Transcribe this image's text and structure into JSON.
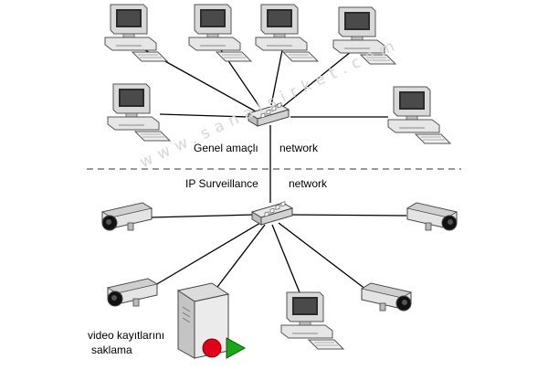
{
  "labels": {
    "general": "Genel amaçlı",
    "network_top": "network",
    "ip_surveillance": "IP Surveillance",
    "network_bottom": "network",
    "storage_line1": "video kayıtlarını",
    "storage_line2": "saklama"
  },
  "watermark": "www.sanalsirket.com",
  "colors": {
    "link": "#000000",
    "divider": "#9a9a9a",
    "record_button": "#e3001b",
    "play_button": "#1aa71a",
    "switch_port": "#ffffff"
  },
  "icons": [
    "desktop-computer-icon",
    "network-switch-icon",
    "ip-camera-icon",
    "server-icon"
  ]
}
